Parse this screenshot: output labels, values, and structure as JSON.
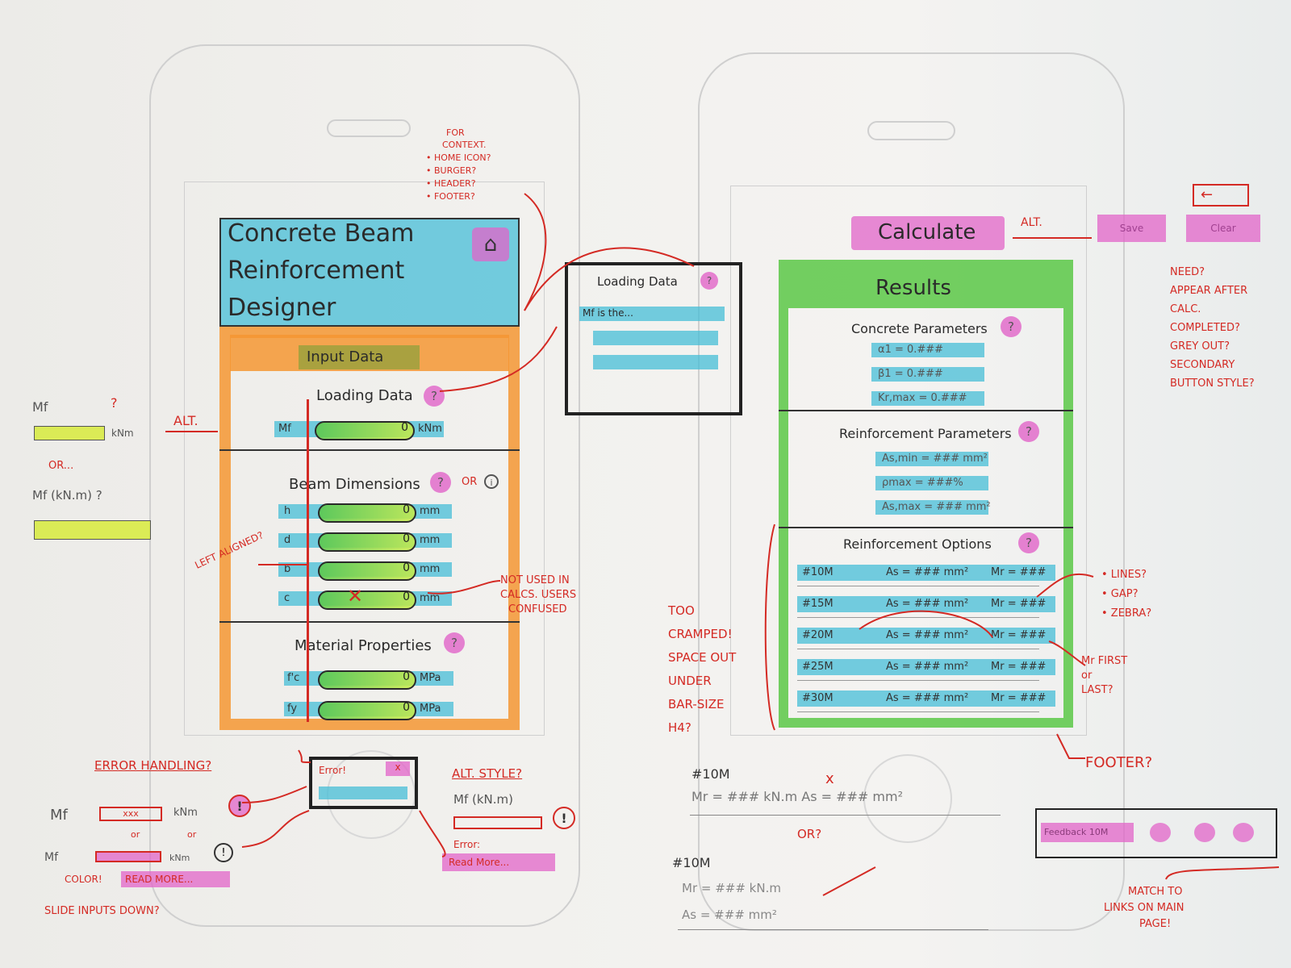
{
  "left_note_top": [
    "FOR",
    "CONTEXT.",
    "• HOME ICON?",
    "• BURGER?",
    "• HEADER?",
    "• FOOTER?"
  ],
  "app": {
    "title_lines": [
      "Concrete Beam",
      "Reinforcement",
      "Designer"
    ],
    "home_icon": "home-icon",
    "input_tab": "Input Data",
    "loading_section": "Loading Data",
    "mf_label": "Mf",
    "mf_value": "0",
    "mf_unit": "kNm",
    "beam_section": "Beam Dimensions",
    "beam_or": "OR",
    "beam_fields": [
      {
        "label": "h",
        "value": "0",
        "unit": "mm"
      },
      {
        "label": "d",
        "value": "0",
        "unit": "mm"
      },
      {
        "label": "b",
        "value": "0",
        "unit": "mm"
      },
      {
        "label": "c",
        "value": "0",
        "unit": "mm"
      }
    ],
    "material_section": "Material Properties",
    "material_fields": [
      {
        "label": "f'c",
        "value": "0",
        "unit": "MPa"
      },
      {
        "label": "fy",
        "value": "0",
        "unit": "MPa"
      }
    ]
  },
  "popup": {
    "title": "Loading Data",
    "line1": "Mf is the..."
  },
  "left_alt": {
    "label1": "Mf",
    "q1": "?",
    "unit1": "kNm",
    "arrow": "ALT.",
    "or": "OR...",
    "label2": "Mf (kN.m) ?",
    "left_aligned": "LEFT ALIGNED?"
  },
  "not_used_note": [
    "NOT USED IN",
    "CALCS. USERS",
    "CONFUSED"
  ],
  "error": {
    "heading": "ERROR HANDLING?",
    "mf": "Mf",
    "xxx": "xxx",
    "unit": "kNm",
    "or1": "or",
    "or2": "or",
    "mf2": "Mf",
    "unit2": "kNm",
    "box_title": "Error!",
    "box_close": "x",
    "color_note": "COLOR!",
    "read_more": "READ MORE...",
    "slide_note": "SLIDE INPUTS DOWN?",
    "alt_style": "ALT. STYLE?",
    "alt_label": "Mf (kN.m)",
    "alt_error": "Error:",
    "alt_read_more": "Read More..."
  },
  "results_screen": {
    "calc_button": "Calculate",
    "alt_arrow": "ALT.",
    "save_button": "Save",
    "clear_button": "Clear",
    "results_header": "Results",
    "concrete_section": "Concrete Parameters",
    "concrete_values": [
      "α1 = 0.###",
      "β1 = 0.###",
      "Kr,max = 0.###"
    ],
    "reinf_section": "Reinforcement Parameters",
    "reinf_values": [
      "As,min = ### mm²",
      "ρmax = ###%",
      "As,max = ### mm²"
    ],
    "options_section": "Reinforcement Options",
    "options": [
      {
        "bar": "#10M",
        "as": "As = ### mm²",
        "mr": "Mr = ###"
      },
      {
        "bar": "#15M",
        "as": "As = ### mm²",
        "mr": "Mr = ###"
      },
      {
        "bar": "#20M",
        "as": "As = ### mm²",
        "mr": "Mr = ###"
      },
      {
        "bar": "#25M",
        "as": "As = ### mm²",
        "mr": "Mr = ###"
      },
      {
        "bar": "#30M",
        "as": "As = ### mm²",
        "mr": "Mr = ###"
      }
    ]
  },
  "right_notes": {
    "need": [
      "NEED?",
      "APPEAR AFTER",
      "CALC.",
      "COMPLETED?",
      "GREY OUT?",
      "SECONDARY",
      "BUTTON STYLE?"
    ],
    "lines": [
      "• LINES?",
      "• GAP?",
      "• ZEBRA?"
    ],
    "mr_first": [
      "Mr FIRST",
      "or",
      "LAST?"
    ],
    "too_cramped": [
      "TOO",
      "CRAMPED!",
      "SPACE OUT",
      "UNDER",
      "BAR-SIZE",
      "H4?"
    ],
    "footer": "FOOTER?",
    "footer_link": "Feedback 10M",
    "match": [
      "MATCH TO",
      "LINKS ON MAIN",
      "PAGE!"
    ]
  },
  "bottom_alt": {
    "bar1": "#10M",
    "line1": "Mr = ### kN.m      As = ### mm²",
    "x_mark": "x",
    "or": "OR?",
    "bar2": "#10M",
    "mr2": "Mr = ### kN.m",
    "as2": "As = ### mm²"
  }
}
